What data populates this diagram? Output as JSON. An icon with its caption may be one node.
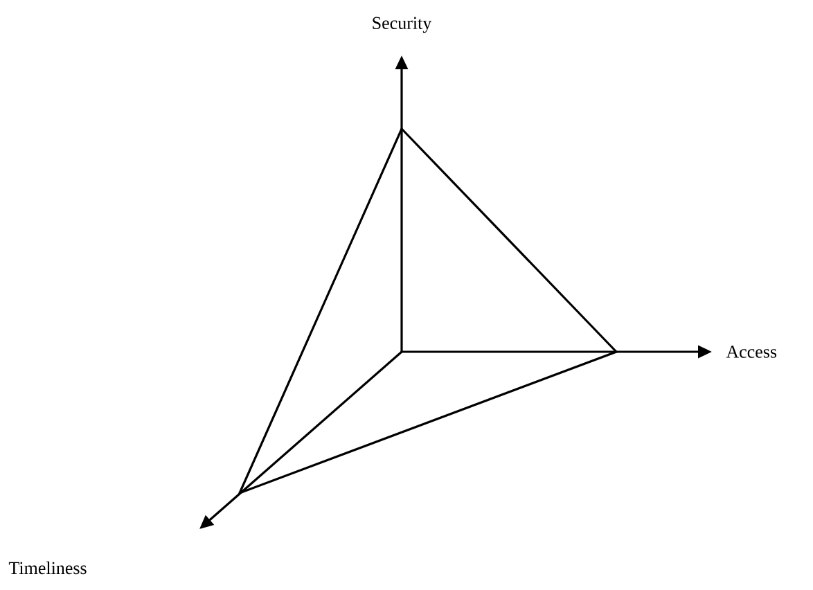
{
  "diagram": {
    "labels": [
      "Security",
      "Access",
      "Timeliness"
    ]
  }
}
